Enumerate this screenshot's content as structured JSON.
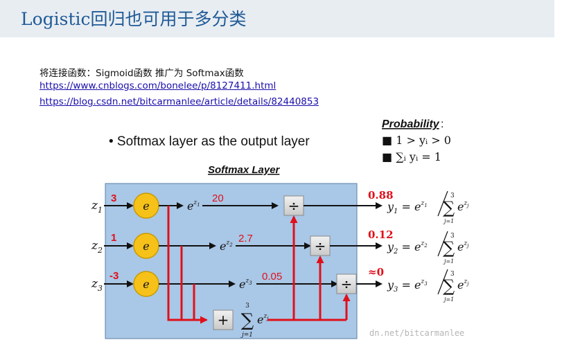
{
  "slide": {
    "title": "Logistic回归也可用于多分类",
    "description": "将连接函数：Sigmoid函数 推广为 Softmax函数",
    "links": [
      "https://www.cnblogs.com/bonelee/p/8127411.html",
      "https://blog.csdn.net/bitcarmanlee/article/details/82440853"
    ]
  },
  "figure": {
    "bullet": "• Softmax layer as the output layer",
    "probability_heading": "Probability",
    "prob_rule1": "■ 1 > yᵢ > 0",
    "prob_rule2": "■ ∑ᵢ yᵢ = 1",
    "layer_title": "Softmax Layer",
    "inputs": [
      {
        "z": "z",
        "sub": "1",
        "value": "3",
        "exp_sub": "1",
        "exp_value": "20",
        "output": "0.88",
        "y_sub": "1",
        "out_exp_sub": "1"
      },
      {
        "z": "z",
        "sub": "2",
        "value": "1",
        "exp_sub": "2",
        "exp_value": "2.7",
        "output": "0.12",
        "y_sub": "2",
        "out_exp_sub": "2"
      },
      {
        "z": "z",
        "sub": "3",
        "value": "-3",
        "exp_sub": "3",
        "exp_value": "0.05",
        "output": "≈0",
        "y_sub": "3",
        "out_exp_sub": "3"
      }
    ],
    "node_label": "e",
    "divide_symbol": "÷",
    "plus_symbol": "+",
    "sum_upper": "3",
    "sum_lower": "j=1",
    "watermark": "dn.net/bitcarmanlee",
    "colors": {
      "accent_red": "#e0101a",
      "layer_bg": "#a9c7e6",
      "node_fill": "#f6c21a",
      "title_blue": "#1f5a96"
    }
  }
}
